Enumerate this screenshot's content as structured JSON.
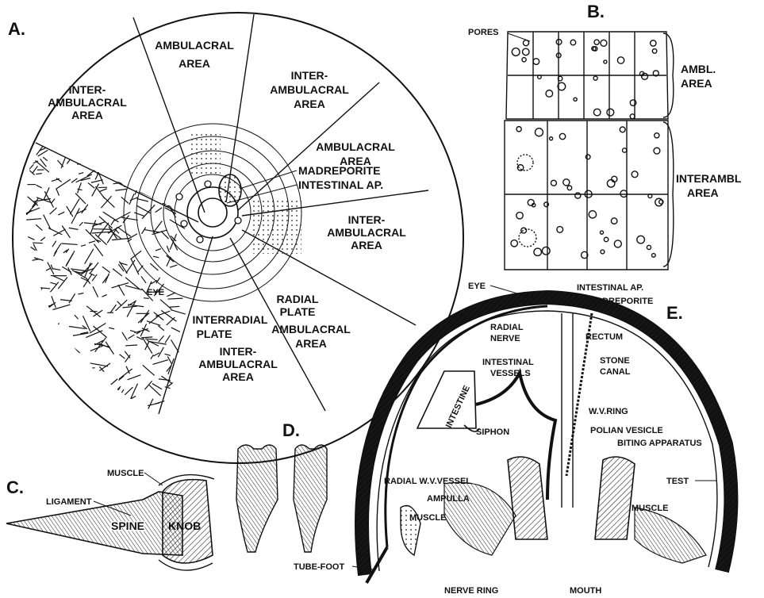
{
  "panels": {
    "a": "A.",
    "b": "B.",
    "c": "C.",
    "d": "D.",
    "e": "E."
  },
  "a": {
    "areas": [
      [
        "AMBULACRAL",
        "AREA"
      ],
      [
        "INTER-",
        "AMBULACRAL",
        "AREA"
      ],
      [
        "AMBULACRAL",
        "AREA"
      ],
      [
        "INTER-",
        "AMBULACRAL",
        "AREA"
      ],
      [
        "AMBULACRAL",
        "AREA"
      ],
      [
        "INTER-",
        "AMBULACRAL",
        "AREA"
      ],
      [
        "INTER-",
        "AMBULACRAL",
        "AREA"
      ]
    ],
    "madreporite": "MADREPORITE",
    "intestinal_ap": "INTESTINAL AP.",
    "radial_plate": [
      "RADIAL",
      "PLATE"
    ],
    "interradial_plate": [
      "INTERRADIAL",
      "PLATE"
    ],
    "eye": "EYE"
  },
  "b": {
    "pores": "PORES",
    "ambl": [
      "AMBL.",
      "AREA"
    ],
    "interambl": [
      "INTERAMBL",
      "AREA"
    ]
  },
  "c": {
    "muscle": "MUSCLE",
    "ligament": "LIGAMENT",
    "spine": "SPINE",
    "knob": "KNOB"
  },
  "e": {
    "eye": "EYE",
    "intestinal_ap": "INTESTINAL AP.",
    "madreporite": "MADREPORITE",
    "radial_nerve": [
      "RADIAL",
      "NERVE"
    ],
    "rectum": "RECTUM",
    "intestinal_vessels": [
      "INTESTINAL",
      "VESSELS"
    ],
    "stone_canal": [
      "STONE",
      "CANAL"
    ],
    "intestine": "INTESTINE",
    "siphon": "SIPHON",
    "wv_ring": "W.V.RING",
    "polian_vesicle": "POLIAN VESICLE",
    "biting_apparatus": "BITING APPARATUS",
    "radial_wv_vessel": "RADIAL W.V.VESSEL",
    "ampulla": "AMPULLA",
    "test": "TEST",
    "muscle_left": "MUSCLE",
    "muscle_right": "MUSCLE",
    "tube_foot": "TUBE-FOOT",
    "nerve_ring": "NERVE RING",
    "mouth": "MOUTH"
  }
}
